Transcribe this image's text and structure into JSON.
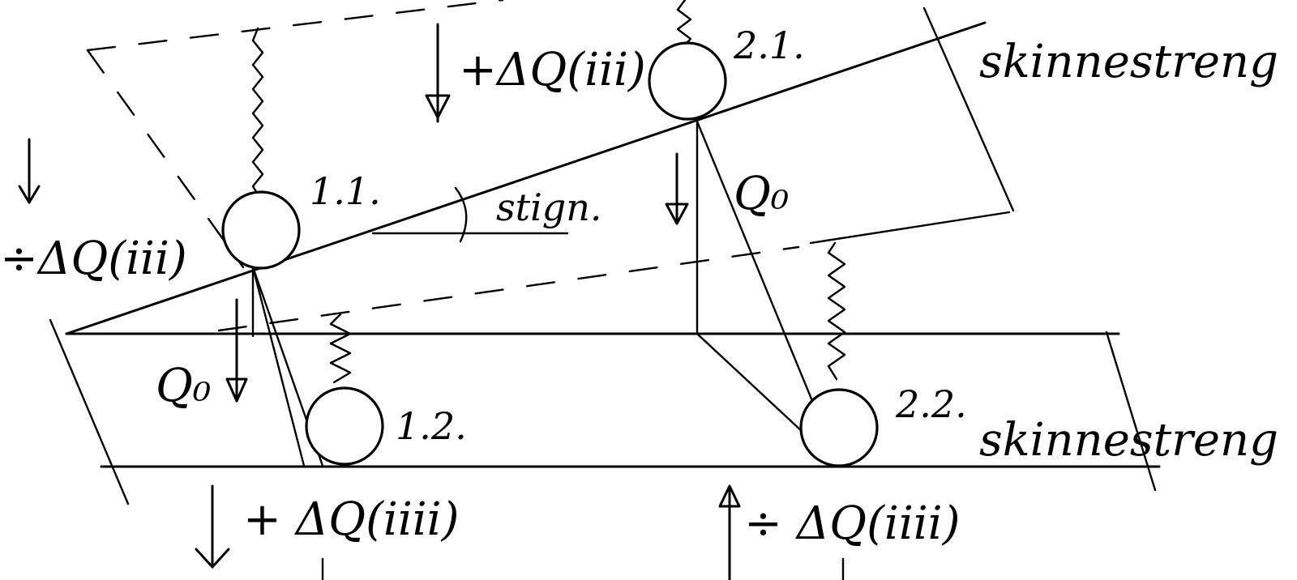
{
  "labels": {
    "wheel_1_1": "1.1.",
    "wheel_1_2": "1.2.",
    "wheel_2_1": "2.1.",
    "wheel_2_2": "2.2.",
    "rail_upper": "skinnestreng",
    "rail_lower": "skinnestreng",
    "gradient": "stign.",
    "load_top_center": "+ΔQ(iii)",
    "load_left": "÷ΔQ(iii)",
    "load_bottom_left": "+ ΔQ(iiii)",
    "load_bottom_right": "÷ ΔQ(iiii)",
    "q0_right": "Q₀",
    "q0_left": "Q₀"
  }
}
